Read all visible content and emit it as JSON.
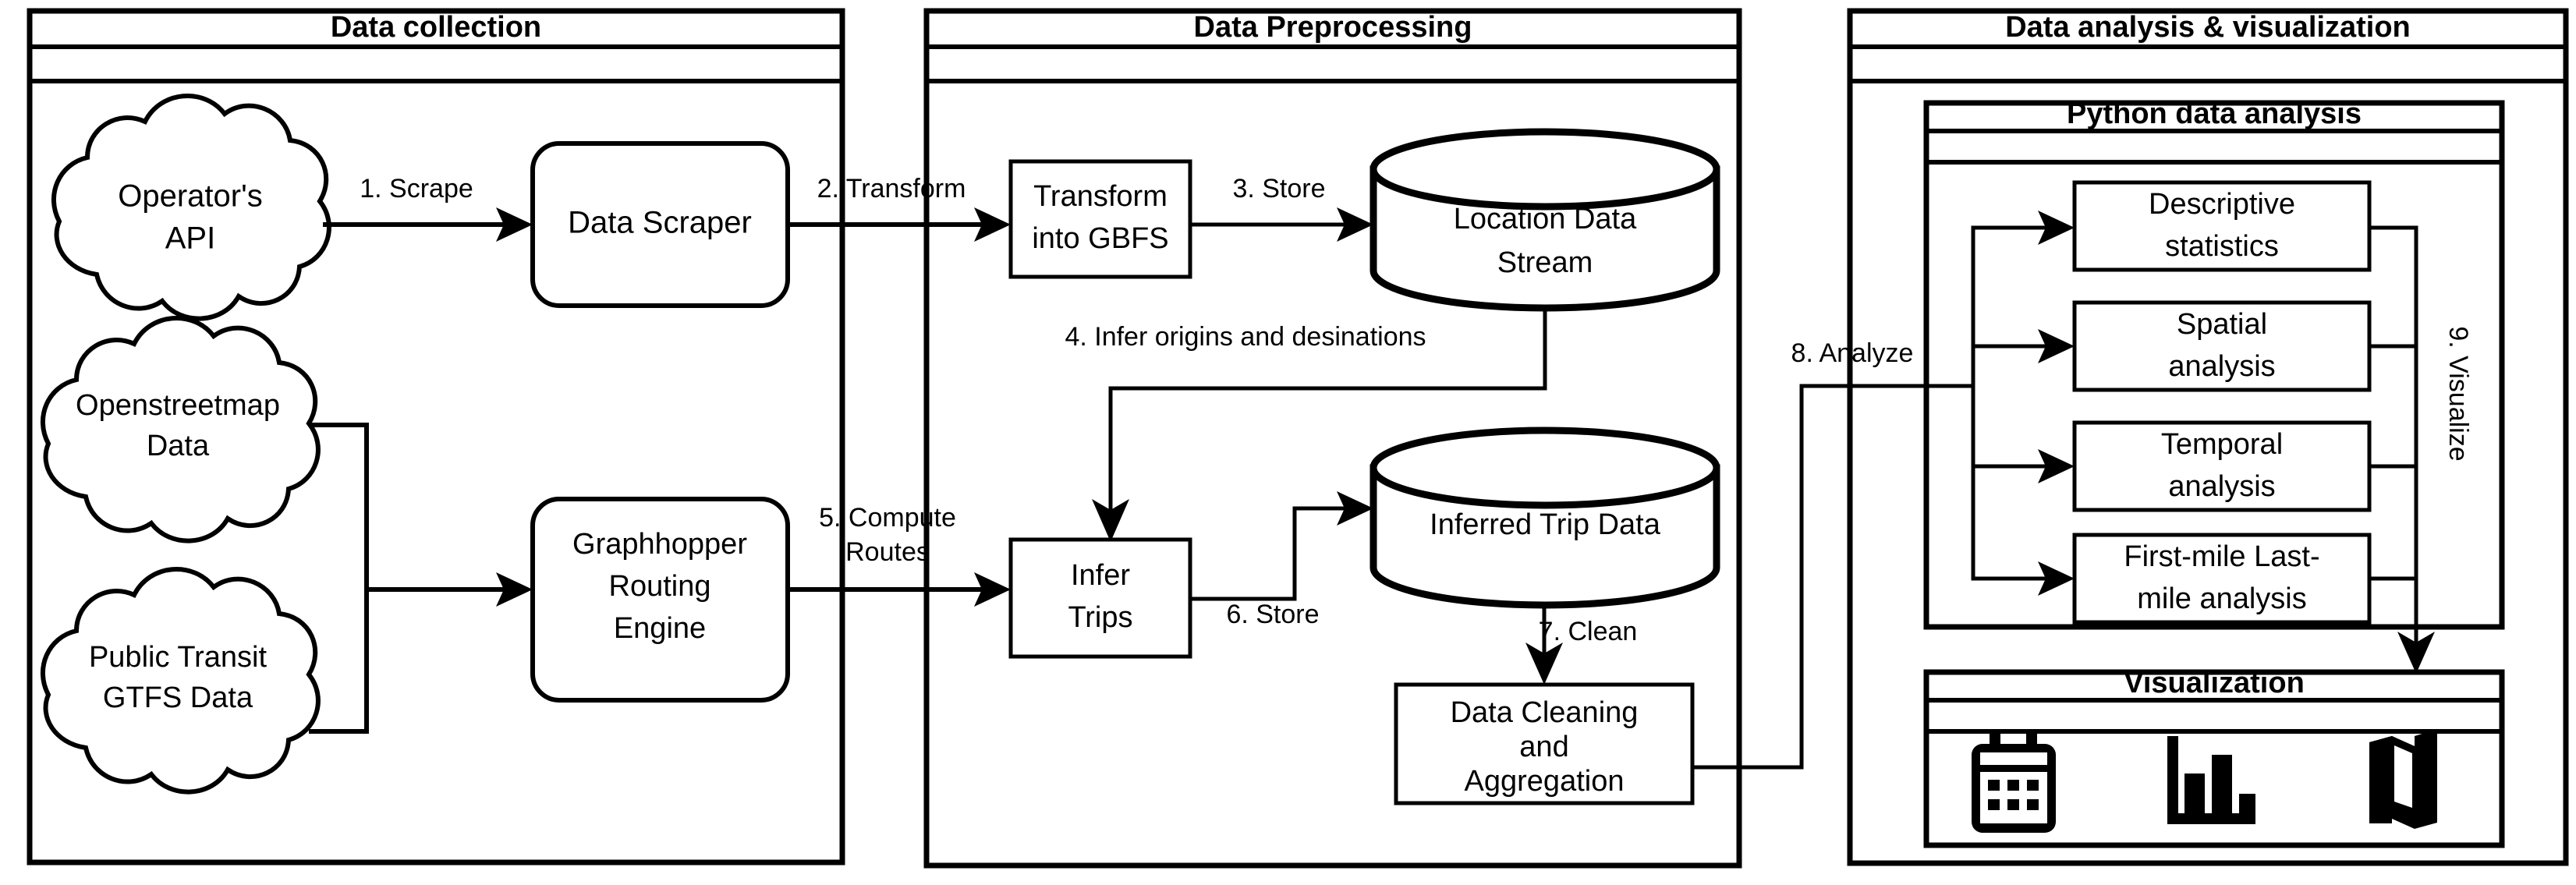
{
  "diagram": {
    "title_present": false,
    "colors": {
      "stroke": "#000000",
      "fill": "#ffffff"
    },
    "panels": [
      {
        "id": "data-collection",
        "title": "Data collection"
      },
      {
        "id": "data-preprocessing",
        "title": "Data Preprocessing"
      },
      {
        "id": "data-analysis-visualization",
        "title": "Data analysis & visualization"
      }
    ],
    "subpanels": [
      {
        "id": "python-data-analysis",
        "title": "Python data analysis"
      },
      {
        "id": "visualization",
        "title": "Visualization"
      }
    ],
    "nodes": {
      "operators_api": {
        "label_line1": "Operator's",
        "label_line2": "API",
        "shape": "cloud"
      },
      "openstreetmap": {
        "label_line1": "Openstreetmap",
        "label_line2": "Data",
        "shape": "cloud"
      },
      "gtfs": {
        "label_line1": "Public Transit",
        "label_line2": "GTFS Data",
        "shape": "cloud"
      },
      "data_scraper": {
        "label": "Data Scraper",
        "shape": "rounded-rect"
      },
      "graphhopper": {
        "label_line1": "Graphhopper",
        "label_line2": "Routing",
        "label_line3": "Engine",
        "shape": "rounded-rect"
      },
      "transform_gbfs": {
        "label_line1": "Transform",
        "label_line2": "into GBFS",
        "shape": "rect"
      },
      "location_data_stream": {
        "label_line1": "Location Data",
        "label_line2": "Stream",
        "shape": "cylinder"
      },
      "infer_trips": {
        "label_line1": "Infer",
        "label_line2": "Trips",
        "shape": "rect"
      },
      "inferred_trip_data": {
        "label": "Inferred Trip Data",
        "shape": "cylinder"
      },
      "data_cleaning": {
        "label_line1": "Data Cleaning",
        "label_line2": "and",
        "label_line3": "Aggregation",
        "shape": "rect"
      },
      "descriptive_statistics": {
        "label_line1": "Descriptive",
        "label_line2": "statistics",
        "shape": "rect"
      },
      "spatial_analysis": {
        "label_line1": "Spatial",
        "label_line2": "analysis",
        "shape": "rect"
      },
      "temporal_analysis": {
        "label_line1": "Temporal",
        "label_line2": "analysis",
        "shape": "rect"
      },
      "first_last_mile": {
        "label_line1": "First-mile Last-",
        "label_line2": "mile analysis",
        "shape": "rect"
      }
    },
    "edges": [
      {
        "id": "e1",
        "label": "1. Scrape",
        "from": "operators_api",
        "to": "data_scraper"
      },
      {
        "id": "e2",
        "label": "2. Transform",
        "from": "data_scraper",
        "to": "transform_gbfs"
      },
      {
        "id": "e3",
        "label": "3. Store",
        "from": "transform_gbfs",
        "to": "location_data_stream"
      },
      {
        "id": "e4",
        "label": "4. Infer origins and desinations",
        "from": "location_data_stream",
        "to": "infer_trips"
      },
      {
        "id": "e5",
        "label_line1": "5. Compute",
        "label_line2": "Routes",
        "from": "graphhopper",
        "to": "infer_trips"
      },
      {
        "id": "e6",
        "label": "6. Store",
        "from": "infer_trips",
        "to": "inferred_trip_data"
      },
      {
        "id": "e7",
        "label": "7. Clean",
        "from": "inferred_trip_data",
        "to": "data_cleaning"
      },
      {
        "id": "e8",
        "label": "8. Analyze",
        "from": "data_cleaning",
        "to": "python-data-analysis"
      },
      {
        "id": "e9",
        "label": "9. Visualize",
        "from": "python-data-analysis",
        "to": "visualization",
        "rotated": true
      }
    ],
    "visualization_icons": [
      {
        "name": "calendar-icon"
      },
      {
        "name": "bar-chart-icon"
      },
      {
        "name": "map-icon"
      }
    ]
  }
}
